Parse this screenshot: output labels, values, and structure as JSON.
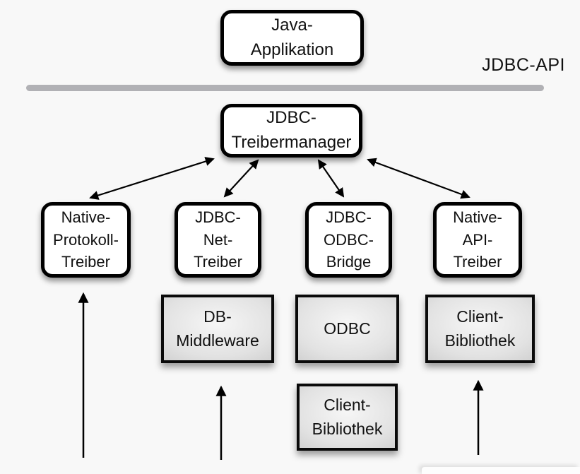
{
  "colors": {
    "background": "#f8f8f8",
    "box_fill": "#ffffff",
    "box_border": "#000000",
    "gray_box_light": "#f6f6f6",
    "gray_box_dark": "#c6c6c6",
    "api_bar": "#b1b1b5",
    "arrow": "#000000",
    "text": "#111111"
  },
  "api_label": "JDBC-API",
  "nodes": {
    "java_applikation": {
      "label": "Java-\nApplikation"
    },
    "jdbc_treibermanager": {
      "label": "JDBC-\nTreibermanager"
    },
    "native_protokoll_treiber": {
      "label": "Native-\nProtokoll-\nTreiber"
    },
    "jdbc_net_treiber": {
      "label": "JDBC-\nNet-\nTreiber"
    },
    "jdbc_odbc_bridge": {
      "label": "JDBC-\nODBC-\nBridge"
    },
    "native_api_treiber": {
      "label": "Native-\nAPI-\nTreiber"
    },
    "db_middleware": {
      "label": "DB-\nMiddleware"
    },
    "odbc": {
      "label": "ODBC"
    },
    "client_bibliothek_unten": {
      "label": "Client-\nBibliothek"
    },
    "client_bibliothek_rechts": {
      "label": "Client-\nBibliothek"
    }
  }
}
